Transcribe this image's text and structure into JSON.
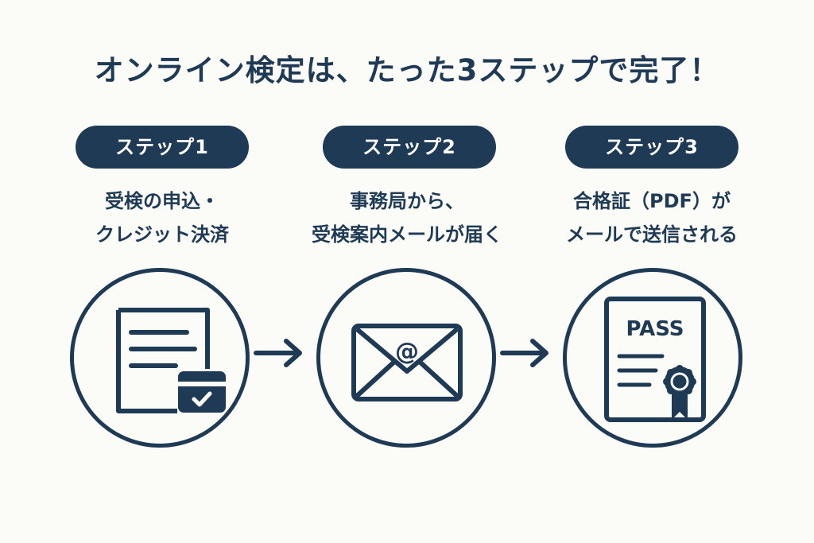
{
  "title": "オンライン検定は、たった3ステップで完了！",
  "steps": [
    {
      "badge": "ステップ1",
      "lines": [
        "受検の申込・",
        "クレジット決済"
      ],
      "icon": "form-with-card-check-icon"
    },
    {
      "badge": "ステップ2",
      "lines": [
        "事務局から、",
        "受検案内メールが届く"
      ],
      "icon": "email-envelope-icon"
    },
    {
      "badge": "ステップ3",
      "lines": [
        "合格証（PDF）が",
        "メールで送信される"
      ],
      "icon": "certificate-icon",
      "certificate_text": "PASS"
    }
  ],
  "colors": {
    "primary": "#1e3a55",
    "background": "#fbfbf8",
    "badge_text": "#ffffff"
  }
}
